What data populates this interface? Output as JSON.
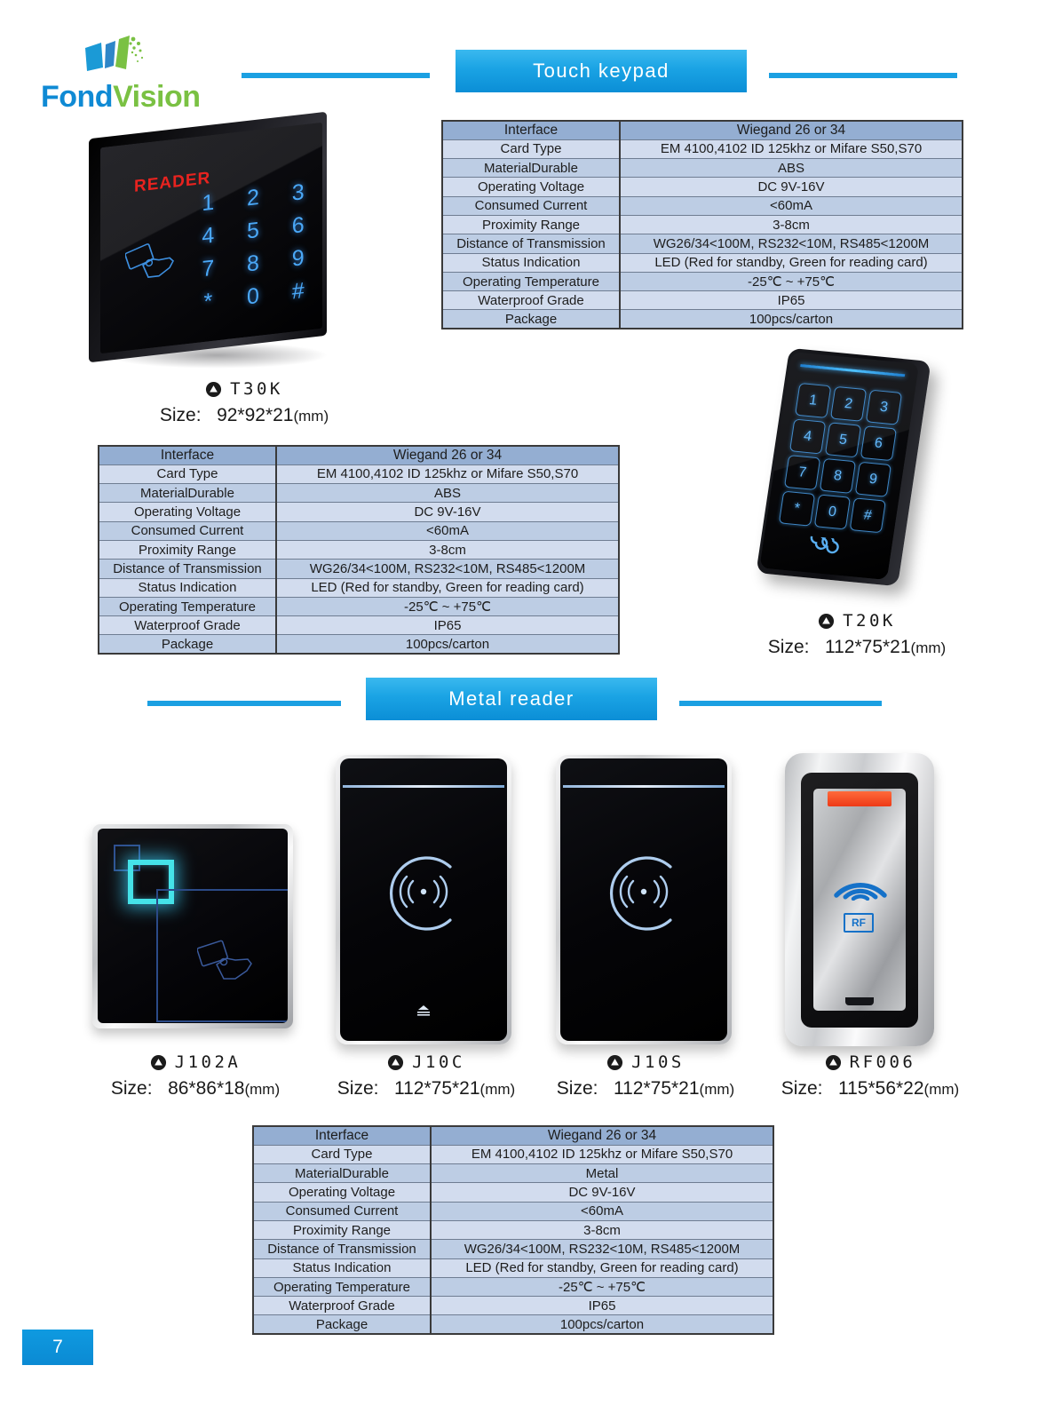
{
  "brand": {
    "name_part1": "Fond",
    "name_part2": "Vision"
  },
  "sections": [
    {
      "title": "Touch  keypad"
    },
    {
      "title": "Metal  reader"
    }
  ],
  "spec_table_labels": [
    "Interface",
    "Card Type",
    "MaterialDurable",
    "Operating Voltage",
    "Consumed Current",
    "Proximity Range",
    "Distance of Transmission",
    "Status Indication",
    "Operating Temperature",
    "Waterproof Grade",
    "Package"
  ],
  "tables": {
    "touch_top": {
      "rows": [
        {
          "label": "Interface",
          "value": "Wiegand 26 or 34"
        },
        {
          "label": "Card Type",
          "value": "EM 4100,4102 ID 125khz or Mifare S50,S70"
        },
        {
          "label": "MaterialDurable",
          "value": "ABS"
        },
        {
          "label": "Operating Voltage",
          "value": "DC 9V-16V"
        },
        {
          "label": "Consumed Current",
          "value": "<60mA"
        },
        {
          "label": "Proximity Range",
          "value": "3-8cm"
        },
        {
          "label": "Distance of Transmission",
          "value": "WG26/34<100M, RS232<10M, RS485<1200M"
        },
        {
          "label": "Status Indication",
          "value": "LED (Red for standby, Green for reading card)"
        },
        {
          "label": "Operating Temperature",
          "value": "-25℃ ~ +75℃"
        },
        {
          "label": "Waterproof Grade",
          "value": "IP65"
        },
        {
          "label": "Package",
          "value": "100pcs/carton"
        }
      ]
    },
    "touch_bottom": {
      "rows": [
        {
          "label": "Interface",
          "value": "Wiegand 26 or 34"
        },
        {
          "label": "Card Type",
          "value": "EM 4100,4102 ID 125khz or Mifare S50,S70"
        },
        {
          "label": "MaterialDurable",
          "value": "ABS"
        },
        {
          "label": "Operating Voltage",
          "value": "DC 9V-16V"
        },
        {
          "label": "Consumed Current",
          "value": "<60mA"
        },
        {
          "label": "Proximity Range",
          "value": "3-8cm"
        },
        {
          "label": "Distance of Transmission",
          "value": "WG26/34<100M, RS232<10M, RS485<1200M"
        },
        {
          "label": "Status Indication",
          "value": "LED (Red for standby, Green for reading card)"
        },
        {
          "label": "Operating Temperature",
          "value": "-25℃ ~ +75℃"
        },
        {
          "label": "Waterproof Grade",
          "value": "IP65"
        },
        {
          "label": "Package",
          "value": "100pcs/carton"
        }
      ]
    },
    "metal": {
      "rows": [
        {
          "label": "Interface",
          "value": "Wiegand 26 or 34"
        },
        {
          "label": "Card Type",
          "value": "EM 4100,4102 ID 125khz or Mifare S50,S70"
        },
        {
          "label": "MaterialDurable",
          "value": "Metal"
        },
        {
          "label": "Operating Voltage",
          "value": "DC 9V-16V"
        },
        {
          "label": "Consumed Current",
          "value": "<60mA"
        },
        {
          "label": "Proximity Range",
          "value": "3-8cm"
        },
        {
          "label": "Distance of Transmission",
          "value": "WG26/34<100M, RS232<10M, RS485<1200M"
        },
        {
          "label": "Status Indication",
          "value": "LED (Red for standby, Green for reading card)"
        },
        {
          "label": "Operating Temperature",
          "value": "-25℃ ~ +75℃"
        },
        {
          "label": "Waterproof Grade",
          "value": "IP65"
        },
        {
          "label": "Package",
          "value": "100pcs/carton"
        }
      ]
    }
  },
  "products": {
    "t30k": {
      "model": "T30K",
      "size_label": "Size:",
      "size": "92*92*21",
      "unit": "(mm)",
      "face_text": "READER"
    },
    "t20k": {
      "model": "T20K",
      "size_label": "Size:",
      "size": "112*75*21",
      "unit": "(mm)"
    },
    "j102a": {
      "model": "J102A",
      "size_label": "Size:",
      "size": "86*86*18",
      "unit": "(mm)"
    },
    "j10c": {
      "model": "J10C",
      "size_label": "Size:",
      "size": "112*75*21",
      "unit": "(mm)"
    },
    "j10s": {
      "model": "J10S",
      "size_label": "Size:",
      "size": "112*75*21",
      "unit": "(mm)"
    },
    "rf006": {
      "model": "RF006",
      "size_label": "Size:",
      "size": "115*56*22",
      "unit": "(mm)",
      "badge": "RF"
    }
  },
  "keypad_keys": [
    "1",
    "2",
    "3",
    "4",
    "5",
    "6",
    "7",
    "8",
    "9",
    "*",
    "0",
    "#"
  ],
  "footer": {
    "page_number": "7"
  },
  "colors": {
    "brand_blue": "#0f8ad4",
    "brand_green": "#7ac143",
    "banner_blue": "#1aa3e4",
    "rule_blue": "#1ba0e2",
    "table_header": "#94aed2",
    "table_row_odd": "#d2dcee",
    "table_row_even": "#bdcde4",
    "reader_red": "#e8231f",
    "key_blue": "#4aa8f7",
    "led_red": "#ee3a17"
  }
}
